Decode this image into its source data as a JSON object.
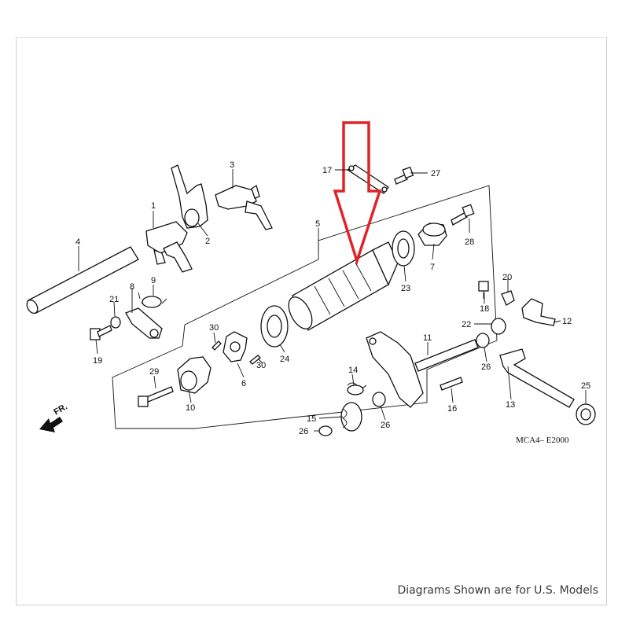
{
  "diagram": {
    "drawing_code": "MCA4– E2000",
    "direction_marker": "FR.",
    "footer_note": "Diagrams Shown are for U.S. Models",
    "highlight_color": "#e0232a",
    "callouts": [
      "1",
      "2",
      "3",
      "4",
      "5",
      "6",
      "7",
      "8",
      "9",
      "10",
      "11",
      "12",
      "13",
      "14",
      "15",
      "16",
      "17",
      "18",
      "19",
      "20",
      "21",
      "22",
      "23",
      "24",
      "25",
      "26",
      "26",
      "26",
      "27",
      "28",
      "29",
      "30",
      "30"
    ]
  }
}
